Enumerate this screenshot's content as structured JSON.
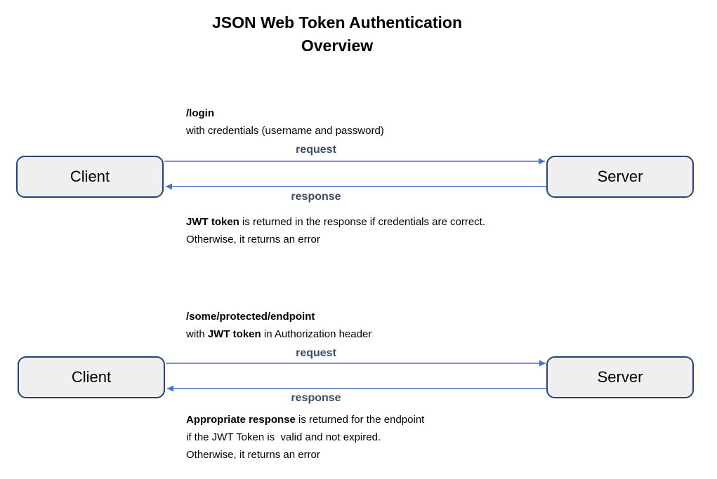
{
  "title": {
    "line1": "JSON Web Token Authentication",
    "line2": "Overview"
  },
  "colors": {
    "accent_blue": "#4472c4",
    "label_color": "#3b4a66",
    "box_border": "#2a4175",
    "box_fill": "#efefef"
  },
  "sections": [
    {
      "endpoint": "/login",
      "description_segments": [
        {
          "text": "with credentials (username and password)",
          "bold": false
        }
      ],
      "request_label": "request",
      "response_label": "response",
      "client_label": "Client",
      "server_label": "Server",
      "result_lines": [
        [
          {
            "text": "JWT token",
            "bold": true
          },
          {
            "text": " is returned in the response if credentials are correct.",
            "bold": false
          }
        ],
        [
          {
            "text": "Otherwise, it returns an error",
            "bold": false
          }
        ]
      ]
    },
    {
      "endpoint": "/some/protected/endpoint",
      "description_segments": [
        {
          "text": "with ",
          "bold": false
        },
        {
          "text": "JWT token",
          "bold": true
        },
        {
          "text": " in Authorization header",
          "bold": false
        }
      ],
      "request_label": "request",
      "response_label": "response",
      "client_label": "Client",
      "server_label": "Server",
      "result_lines": [
        [
          {
            "text": "Appropriate response",
            "bold": true
          },
          {
            "text": " is returned for the endpoint",
            "bold": false
          }
        ],
        [
          {
            "text": "if the JWT Token is  valid and not expired.",
            "bold": false
          }
        ],
        [
          {
            "text": "Otherwise, it returns an error",
            "bold": false
          }
        ]
      ]
    }
  ]
}
